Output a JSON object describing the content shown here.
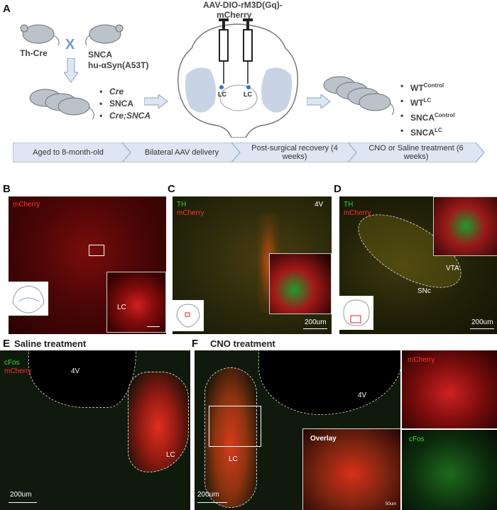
{
  "panelA": {
    "letter": "A",
    "mouse1_label": "Th-Cre",
    "cross": "X",
    "mouse2_label_line1": "SNCA",
    "mouse2_label_line2": "hu-αSyn(A53T)",
    "genotypes": [
      "Cre",
      "SNCA",
      "Cre;SNCA"
    ],
    "virus_line1": "AAV-DIO-rM3D(Gq)-",
    "virus_line2": "mCherry",
    "lc_left": "LC",
    "lc_right": "LC",
    "groups": [
      "WT",
      "WT",
      "SNCA",
      "SNCA"
    ],
    "group_sup": [
      "Control",
      "LC",
      "Control",
      "LC"
    ],
    "timeline": [
      "Aged to 8-month-old",
      "Bilateral AAV delivery",
      "Post-surgical recovery (4 weeks)",
      "CNO or Saline treatment (6 weeks)"
    ]
  },
  "panelB": {
    "letter": "B",
    "channel": "mCherry",
    "inset_label": "LC"
  },
  "panelC": {
    "letter": "C",
    "channel1": "TH",
    "channel2": "mCherry",
    "ventricle": "4V",
    "scale": "200um"
  },
  "panelD": {
    "letter": "D",
    "channel1": "TH",
    "channel2": "mCherry",
    "vta": "VTA",
    "snc": "SNc",
    "scale": "200um"
  },
  "panelE": {
    "letter": "E",
    "title": "Saline treatment",
    "channel1": "cFos",
    "channel2": "mCherry",
    "ventricle": "4V",
    "lc": "LC",
    "scale": "200um"
  },
  "panelF": {
    "letter": "F",
    "title": "CNO treatment",
    "ventricle": "4V",
    "lc": "LC",
    "scale": "200um",
    "top_right": "mCherry",
    "overlay": "Overlay",
    "bottom_right": "cFos",
    "scale_small": "50um"
  },
  "colors": {
    "red": "#ff2a2a",
    "green": "#33dd33",
    "arrow_fill": "#dde6f2",
    "mouse": "#b9bfc6"
  }
}
